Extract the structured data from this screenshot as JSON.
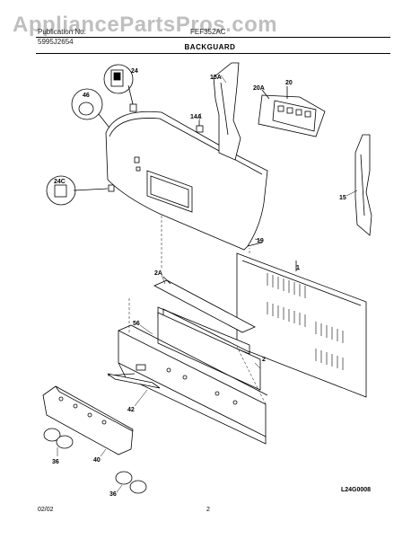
{
  "watermark": "AppliancePartsPros.com",
  "header": {
    "left_line1": "Publication No.",
    "left_line2": "5995J2654",
    "model": "FEF352AC",
    "section_title": "BACKGUARD"
  },
  "callouts": {
    "c1": "1",
    "c2": "2",
    "c2A": "2A",
    "c14A": "14A",
    "c15": "15",
    "c15A": "15A",
    "c19": "19",
    "c20": "20",
    "c20A": "20A",
    "c24": "24",
    "c24C": "24C",
    "c36a": "36",
    "c36b": "36",
    "c40": "40",
    "c42": "42",
    "c46": "46",
    "c56": "56"
  },
  "footer": {
    "date": "02/02",
    "page": "2",
    "diagram_code": "L24G0008"
  }
}
